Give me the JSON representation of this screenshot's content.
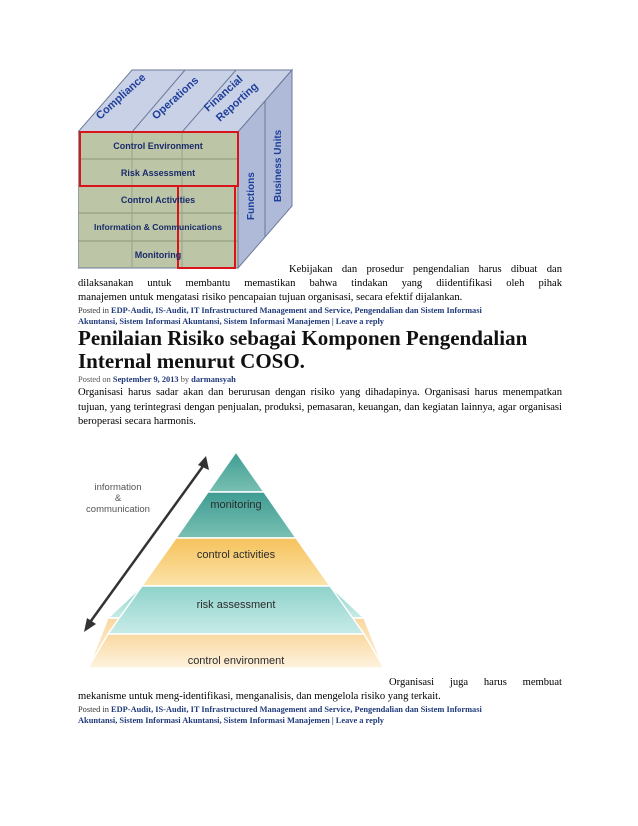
{
  "cube": {
    "top_labels": [
      "Compliance",
      "Operations",
      "Financial",
      "Reporting"
    ],
    "side_labels": [
      "Functions",
      "Business Units"
    ],
    "rows": [
      "Control Environment",
      "Risk Assessment",
      "Control Activities",
      "Information & Communications",
      "Monitoring"
    ]
  },
  "post1": {
    "para_first": "Kebijakan dan prosedur pengendalian harus dibuat dan",
    "para_line2": "dilaksanakan untuk membantu memastikan bahwa tindakan yang diidentifikasi oleh pihak",
    "para_line3": "manajemen untuk mengatasi risiko pencapaian tujuan organisasi, secara efektif dijalankan.",
    "posted_in": "Posted in",
    "categories_line1": "EDP-Audit, IS-Audit, IT Infrastructured Management and Service, Pengendalian dan Sistem Informasi",
    "categories_line2": "Akuntansi, Sistem Informasi Akuntansi, Sistem Informasi Manajemen | Leave a reply"
  },
  "post2": {
    "title_line1": "Penilaian Risiko sebagai Komponen Pengendalian",
    "title_line2": "Internal menurut COSO.",
    "posted_on": "Posted on",
    "date": "September 9, 2013",
    "by": "by",
    "author": "darmansyah",
    "para": "Organisasi harus sadar akan dan berurusan dengan risiko yang dihadapinya. Organisasi harus menempatkan tujuan, yang terintegrasi dengan penjualan, produksi, pemasaran, keuangan, dan kegiatan lainnya, agar organisasi beroperasi secara harmonis.",
    "pyramid": {
      "side_label_1": "information",
      "side_label_2": "&",
      "side_label_3": "communication",
      "layers": [
        "monitoring",
        "control activities",
        "risk assessment",
        "control environment"
      ]
    },
    "para2_first": "Organisasi juga harus membuat",
    "para2_line2": "mekanisme untuk meng-identifikasi, menganalisis, dan mengelola risiko yang terkait.",
    "posted_in": "Posted in",
    "categories_line1": "EDP-Audit, IS-Audit, IT Infrastructured Management and Service, Pengendalian dan Sistem Informasi",
    "categories_line2": "Akuntansi, Sistem Informasi Akuntansi, Sistem Informasi Manajemen | Leave a reply"
  },
  "colors": {
    "cube_face": "#b9c4a3",
    "cube_top": "#c7d0e6",
    "cube_side": "#aab7d6",
    "highlight": "#d9141b",
    "link": "#1f3a7a"
  }
}
